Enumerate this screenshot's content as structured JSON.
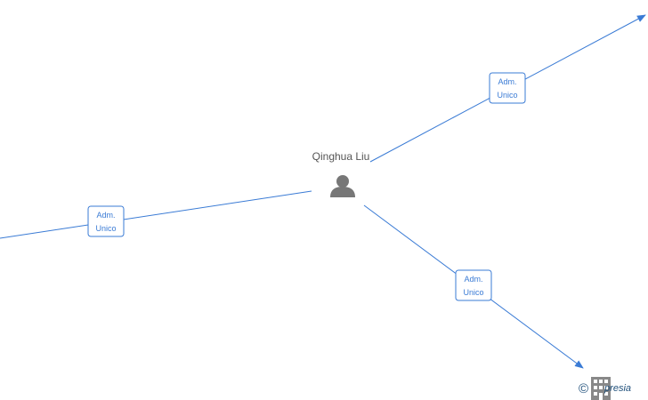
{
  "colors": {
    "edge": "#3a7bd5",
    "label_border": "#3a7bd5",
    "label_text": "#3a7bd5",
    "person_icon": "#777777",
    "node_text": "#555555",
    "watermark": "#1f4f7a"
  },
  "person": {
    "name": "Qinghua Liu",
    "icon": "person-icon"
  },
  "edges": [
    {
      "id": "edge-left",
      "label_line1": "Adm.",
      "label_line2": "Unico",
      "arrow": false
    },
    {
      "id": "edge-upper-right",
      "label_line1": "Adm.",
      "label_line2": "Unico",
      "arrow": true
    },
    {
      "id": "edge-lower-right",
      "label_line1": "Adm.",
      "label_line2": "Unico",
      "arrow": true
    }
  ],
  "watermark": {
    "copyright_symbol": "©",
    "brand_text": "presia",
    "icon": "building-icon"
  }
}
